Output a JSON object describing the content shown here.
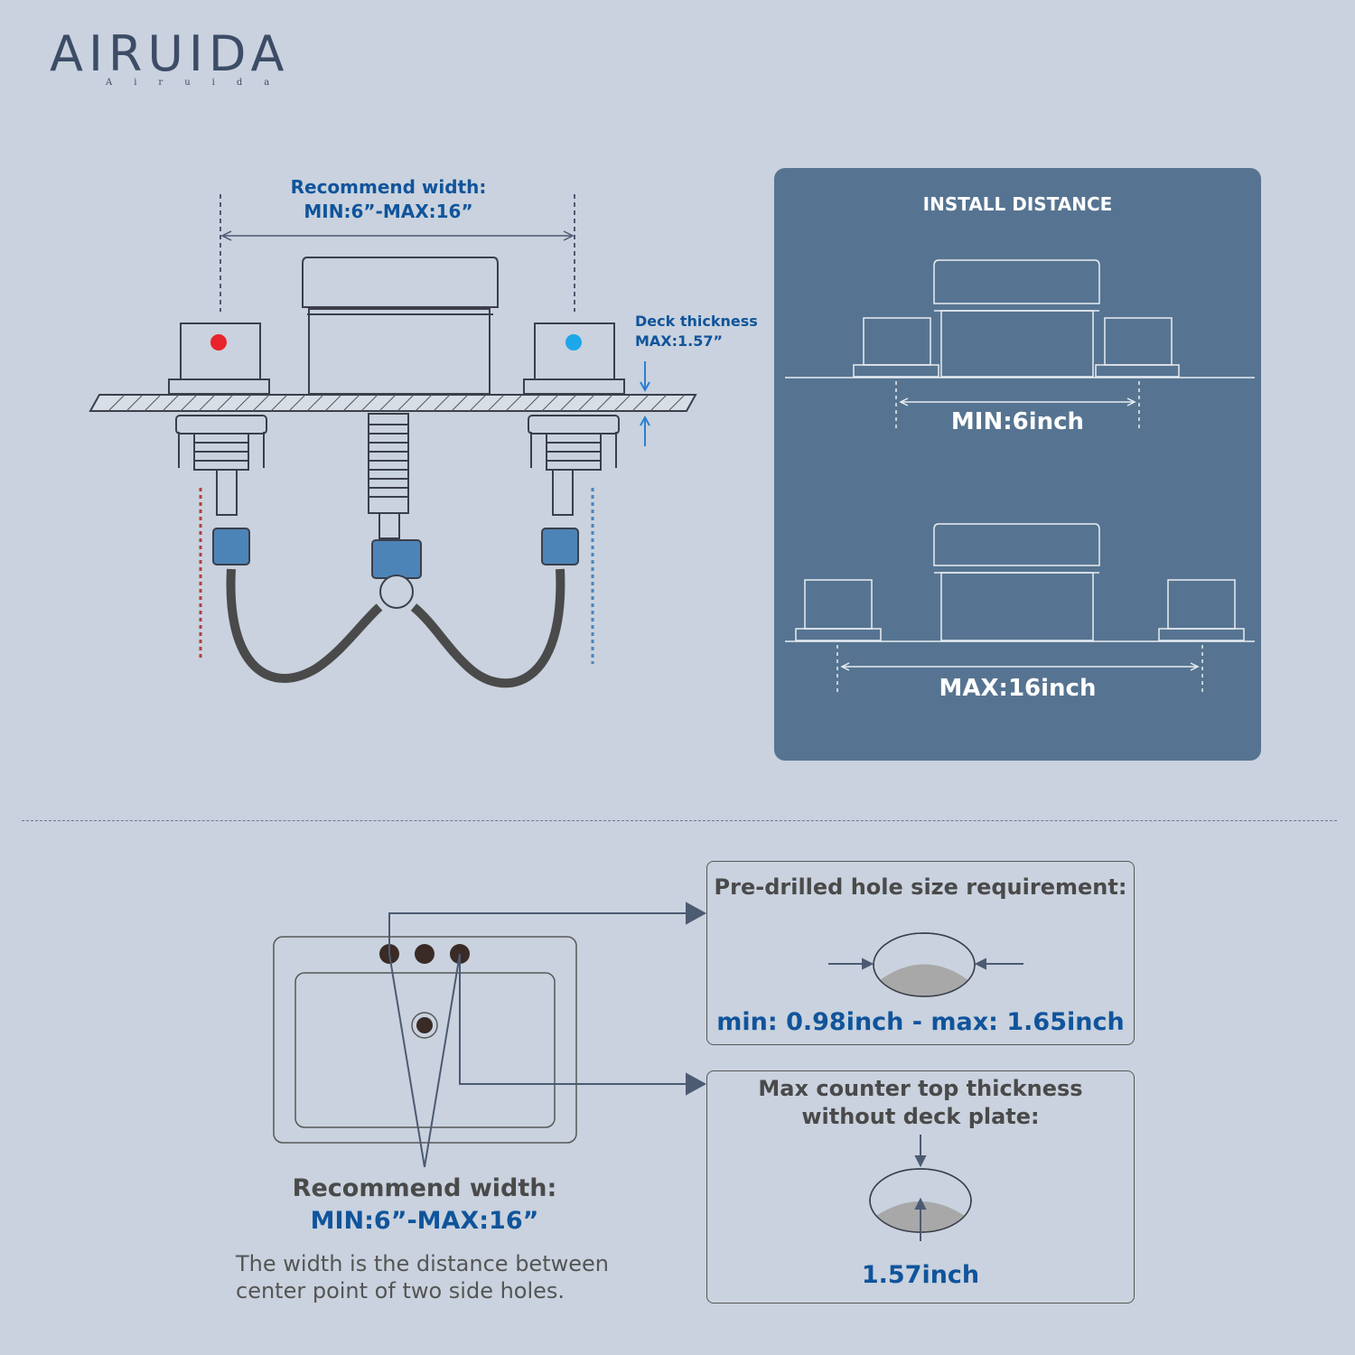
{
  "brand": {
    "name": "AIRUIDA",
    "tagline": "Airuida"
  },
  "faucet": {
    "recommend_title": "Recommend width:",
    "recommend_value": "MIN:6”-MAX:16”",
    "deck_title": "Deck thickness",
    "deck_value": "MAX:1.57”",
    "hot_color": "#e8232a",
    "cold_color": "#1ea7e8"
  },
  "install": {
    "title": "INSTALL  DISTANCE",
    "min_label": "MIN:6inch",
    "max_label": "MAX:16inch"
  },
  "sink": {
    "recommend_title": "Recommend width:",
    "recommend_value": "MIN:6”-MAX:16”",
    "note_line1": "The width is the distance between",
    "note_line2": "center point of two side holes."
  },
  "hole_requirement": {
    "title": "Pre-drilled hole size requirement:",
    "value": "min: 0.98inch - max: 1.65inch"
  },
  "counter_thickness": {
    "title_line1": "Max counter top thickness",
    "title_line2": "without deck plate:",
    "value": "1.57inch"
  },
  "colors": {
    "accent_blue": "#10549b",
    "panel": "#567491",
    "background": "#c9d2de"
  }
}
